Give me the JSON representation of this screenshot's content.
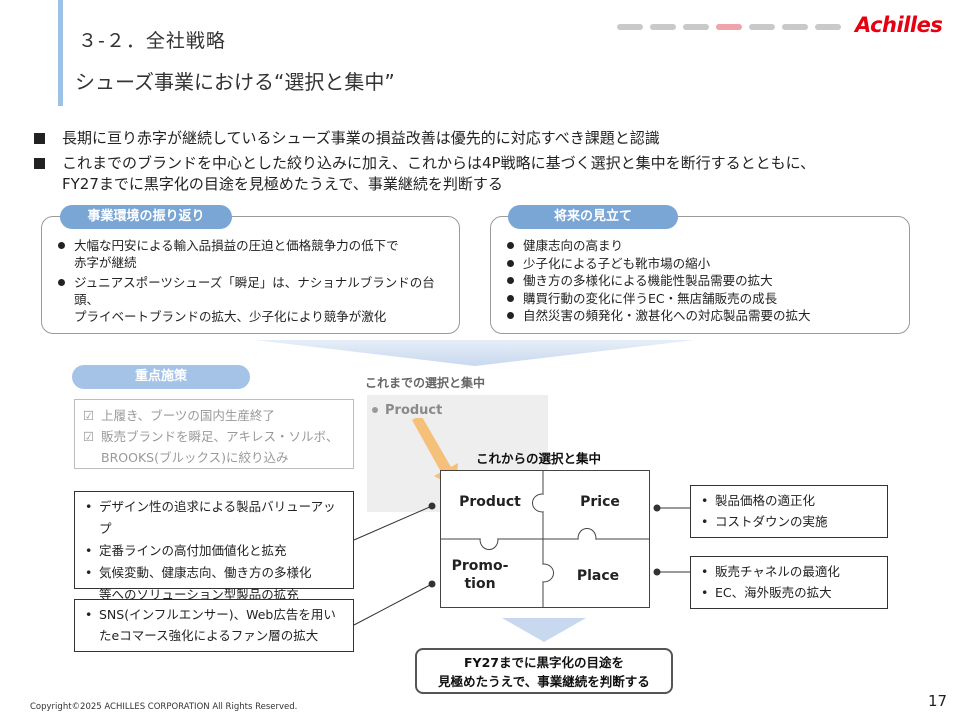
{
  "header": {
    "section": "３-２．全社戦略",
    "title": "シューズ事業における“選択と集中”",
    "progress": {
      "total": 7,
      "active_index": 3
    },
    "logo_text": "Achilles",
    "brand_color": "#e60012"
  },
  "bullets": [
    "長期に亘り赤字が継続しているシューズ事業の損益改善は優先的に対応すべき課題と認識",
    "これまでのブランドを中心とした絞り込みに加え、これからは4P戦略に基づく選択と集中を断行するとともに、",
    "FY27までに黒字化の目途を見極めたうえで、事業継続を判断する"
  ],
  "review": {
    "label": "事業環境の振り返り",
    "items": [
      {
        "l1": "大幅な円安による輸入品損益の圧迫と価格競争力の低下で",
        "l2": "赤字が継続"
      },
      {
        "l1": "ジュニアスポーツシューズ「瞬足」は、ナショナルブランドの台頭、",
        "l2": "プライベートブランドの拡大、少子化により競争が激化"
      }
    ]
  },
  "outlook": {
    "label": "将来の見立て",
    "items": [
      "健康志向の高まり",
      "少子化による子ども靴市場の縮小",
      "働き方の多様化による機能性製品需要の拡大",
      "購買行動の変化に伴うEC・無店舗販売の成長",
      "自然災害の頻発化・激甚化への対応製品需要の拡大"
    ]
  },
  "measures": {
    "label": "重点施策",
    "past": [
      "上履き、ブーツの国内生産終了",
      "販売ブランドを瞬足、アキレス・ソルボ、",
      "BROOKS(ブルックス)に絞り込み"
    ],
    "check_mark": "☑",
    "product_box": [
      "デザイン性の追求による製品バリューアップ",
      "定番ラインの高付加価値化と拡充",
      "気候変動、健康志向、働き方の多様化",
      "等へのソリューション型製品の拡充"
    ],
    "promotion_box": [
      "SNS(インフルエンサー)、Web広告を用い",
      "たeコマース強化によるファン層の拡大"
    ],
    "price_box": [
      "製品価格の適正化",
      "コストダウンの実施"
    ],
    "place_box": [
      "販売チャネルの最適化",
      "EC、海外販売の拡大"
    ]
  },
  "strategy": {
    "prev_label": "これまでの選択と集中",
    "prev_product": "Product",
    "next_label": "これからの選択と集中",
    "product": "Product",
    "price": "Price",
    "promotion_l1": "Promo-",
    "promotion_l2": "tion",
    "place": "Place",
    "arrow_color": "#f5c07a"
  },
  "result": {
    "line1": "FY27までに黒字化の目途を",
    "line2": "見極めたうえで、事業継続を判断する"
  },
  "footer": {
    "copyright": "Copyright©2025 ACHILLES CORPORATION All Rights  Reserved.",
    "page": "17"
  }
}
